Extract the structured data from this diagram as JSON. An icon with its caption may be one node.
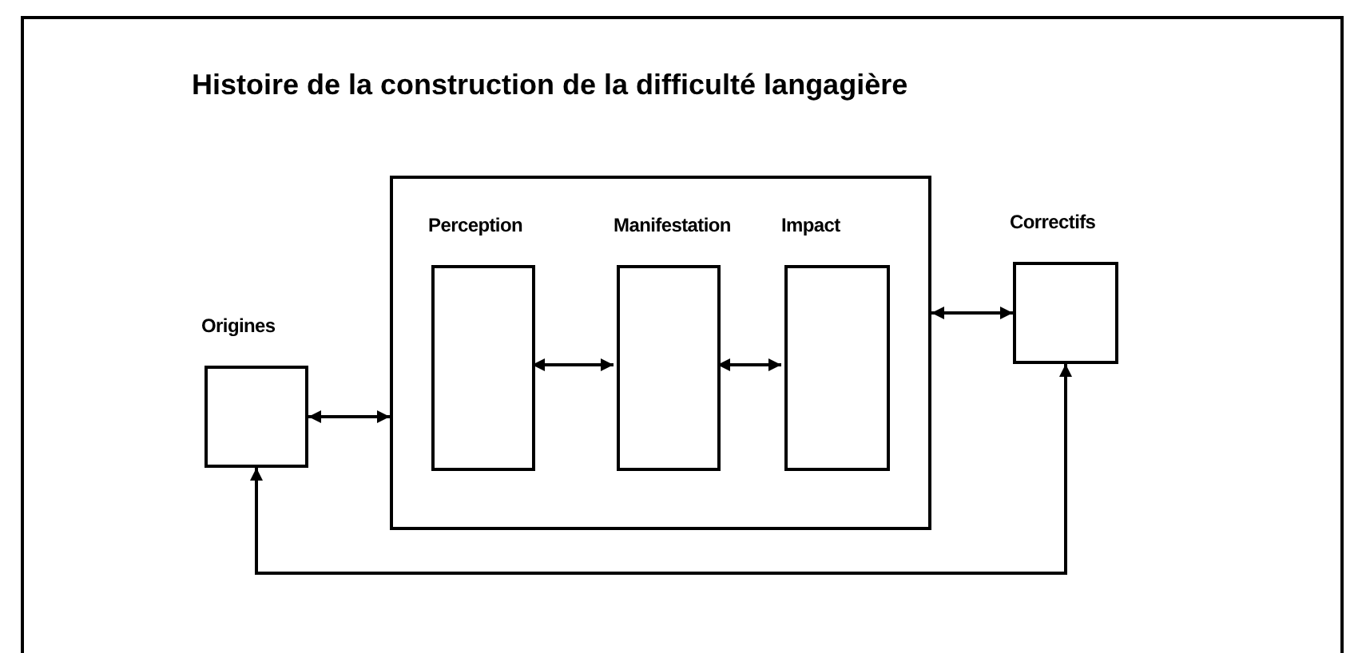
{
  "diagram": {
    "title": "Histoire de la construction de la difficulté langagière",
    "nodes": [
      {
        "text": [
          "Origines"
        ]
      },
      {
        "text": [],
        "shape": "box"
      },
      {
        "text": [
          "Perception"
        ],
        "in": 1
      },
      {
        "text": [
          "Manifestation"
        ],
        "in": 1
      },
      {
        "text": [
          "Impact"
        ],
        "in": 1
      },
      {
        "text": [
          "Correctifs"
        ]
      }
    ],
    "edges": [
      {
        "from": 0,
        "to": 1,
        "arrow": "both"
      },
      {
        "from": 2,
        "to": 3,
        "arrow": "both"
      },
      {
        "from": 3,
        "to": 4,
        "arrow": "both"
      },
      {
        "from": 1,
        "to": 5,
        "arrow": "both"
      },
      {
        "from": 0,
        "to": 5,
        "arrow": "both"
      }
    ]
  }
}
